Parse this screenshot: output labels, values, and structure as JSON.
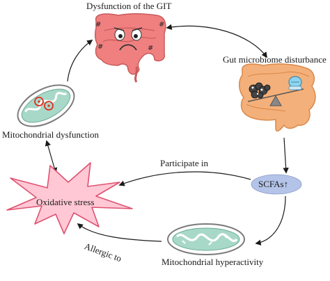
{
  "nodes": {
    "git": "Dysfunction of the GIT",
    "microbiome": "Gut microbiome disturbance",
    "mito_dys": "Mitochondrial dysfunction",
    "oxidative": "Oxidative stress",
    "scfas": "SCFAs",
    "scfas_arrow": "↑",
    "mito_hyper": "Mitochondrial hyperactivity"
  },
  "edges": {
    "participate": "Participate in",
    "allergic": "Allergic to"
  },
  "colors": {
    "intestine": "#f08080",
    "intestine_dark": "#c85a5a",
    "colon": "#f4b07a",
    "colon_dark": "#d9894a",
    "mito_fill": "#a8d8c8",
    "mito_outline": "#7a7a7a",
    "star_fill": "#ffc8d4",
    "star_stroke": "#e05070",
    "oval_fill": "#b4c4e8",
    "arrow": "#1a1a1a",
    "red": "#e03020"
  }
}
